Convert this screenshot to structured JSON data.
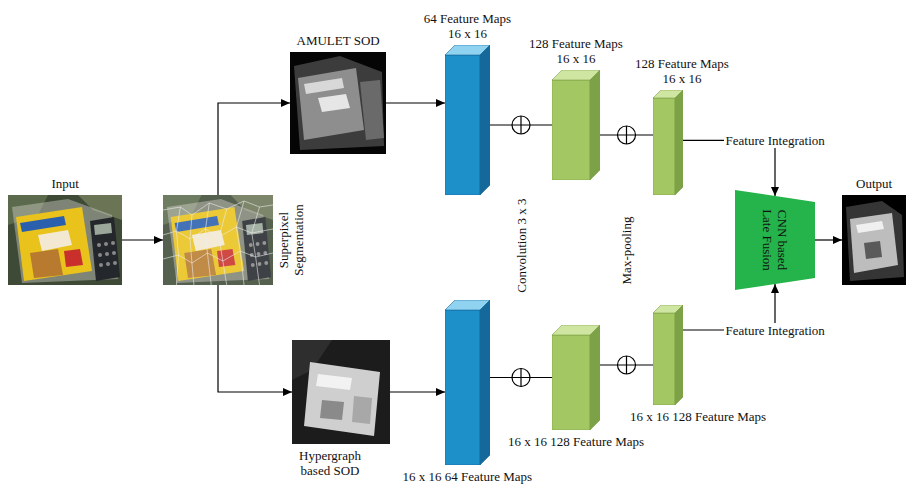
{
  "diagram": {
    "nodes": [
      {
        "text": [
          "Input"
        ]
      },
      {
        "text": [
          "Superpixel Segmentation"
        ]
      },
      {
        "text": [
          "AMULET SOD"
        ]
      },
      {
        "text": [
          "64 Feature Maps 16 x 16"
        ]
      },
      {
        "text": [
          "128 Feature Maps 16 x 16"
        ]
      },
      {
        "text": [
          "128 Feature Maps 16 x 16"
        ]
      },
      {
        "text": [
          "Hypergraph based SOD"
        ]
      },
      {
        "text": [
          "16 x 16 64 Feature Maps"
        ]
      },
      {
        "text": [
          "16 x 16 128 Feature Maps"
        ]
      },
      {
        "text": [
          "16 x 16 128 Feature Maps"
        ]
      },
      {
        "text": [
          "CNN based Late Fusion"
        ]
      },
      {
        "text": [
          "Output"
        ]
      }
    ],
    "edges": [
      {
        "from": 0,
        "to": 1,
        "arrow": "to"
      },
      {
        "from": 1,
        "to": 2,
        "arrow": "to"
      },
      {
        "from": 1,
        "to": 6,
        "arrow": "to"
      },
      {
        "from": 2,
        "to": 3,
        "arrow": "to"
      },
      {
        "from": 3,
        "to": 4,
        "arrow": "none"
      },
      {
        "from": 4,
        "to": 5,
        "arrow": "none"
      },
      {
        "from": 5,
        "to": 10,
        "label": "Feature Integration",
        "arrow": "to"
      },
      {
        "from": 6,
        "to": 7,
        "arrow": "to"
      },
      {
        "from": 7,
        "to": 8,
        "arrow": "none"
      },
      {
        "from": 8,
        "to": 9,
        "arrow": "none"
      },
      {
        "from": 9,
        "to": 10,
        "label": "Feature Integration",
        "arrow": "to"
      },
      {
        "from": 10,
        "to": 11,
        "arrow": "to"
      }
    ],
    "labels": [
      "Convolution 3 x 3",
      "Max-pooling"
    ]
  }
}
